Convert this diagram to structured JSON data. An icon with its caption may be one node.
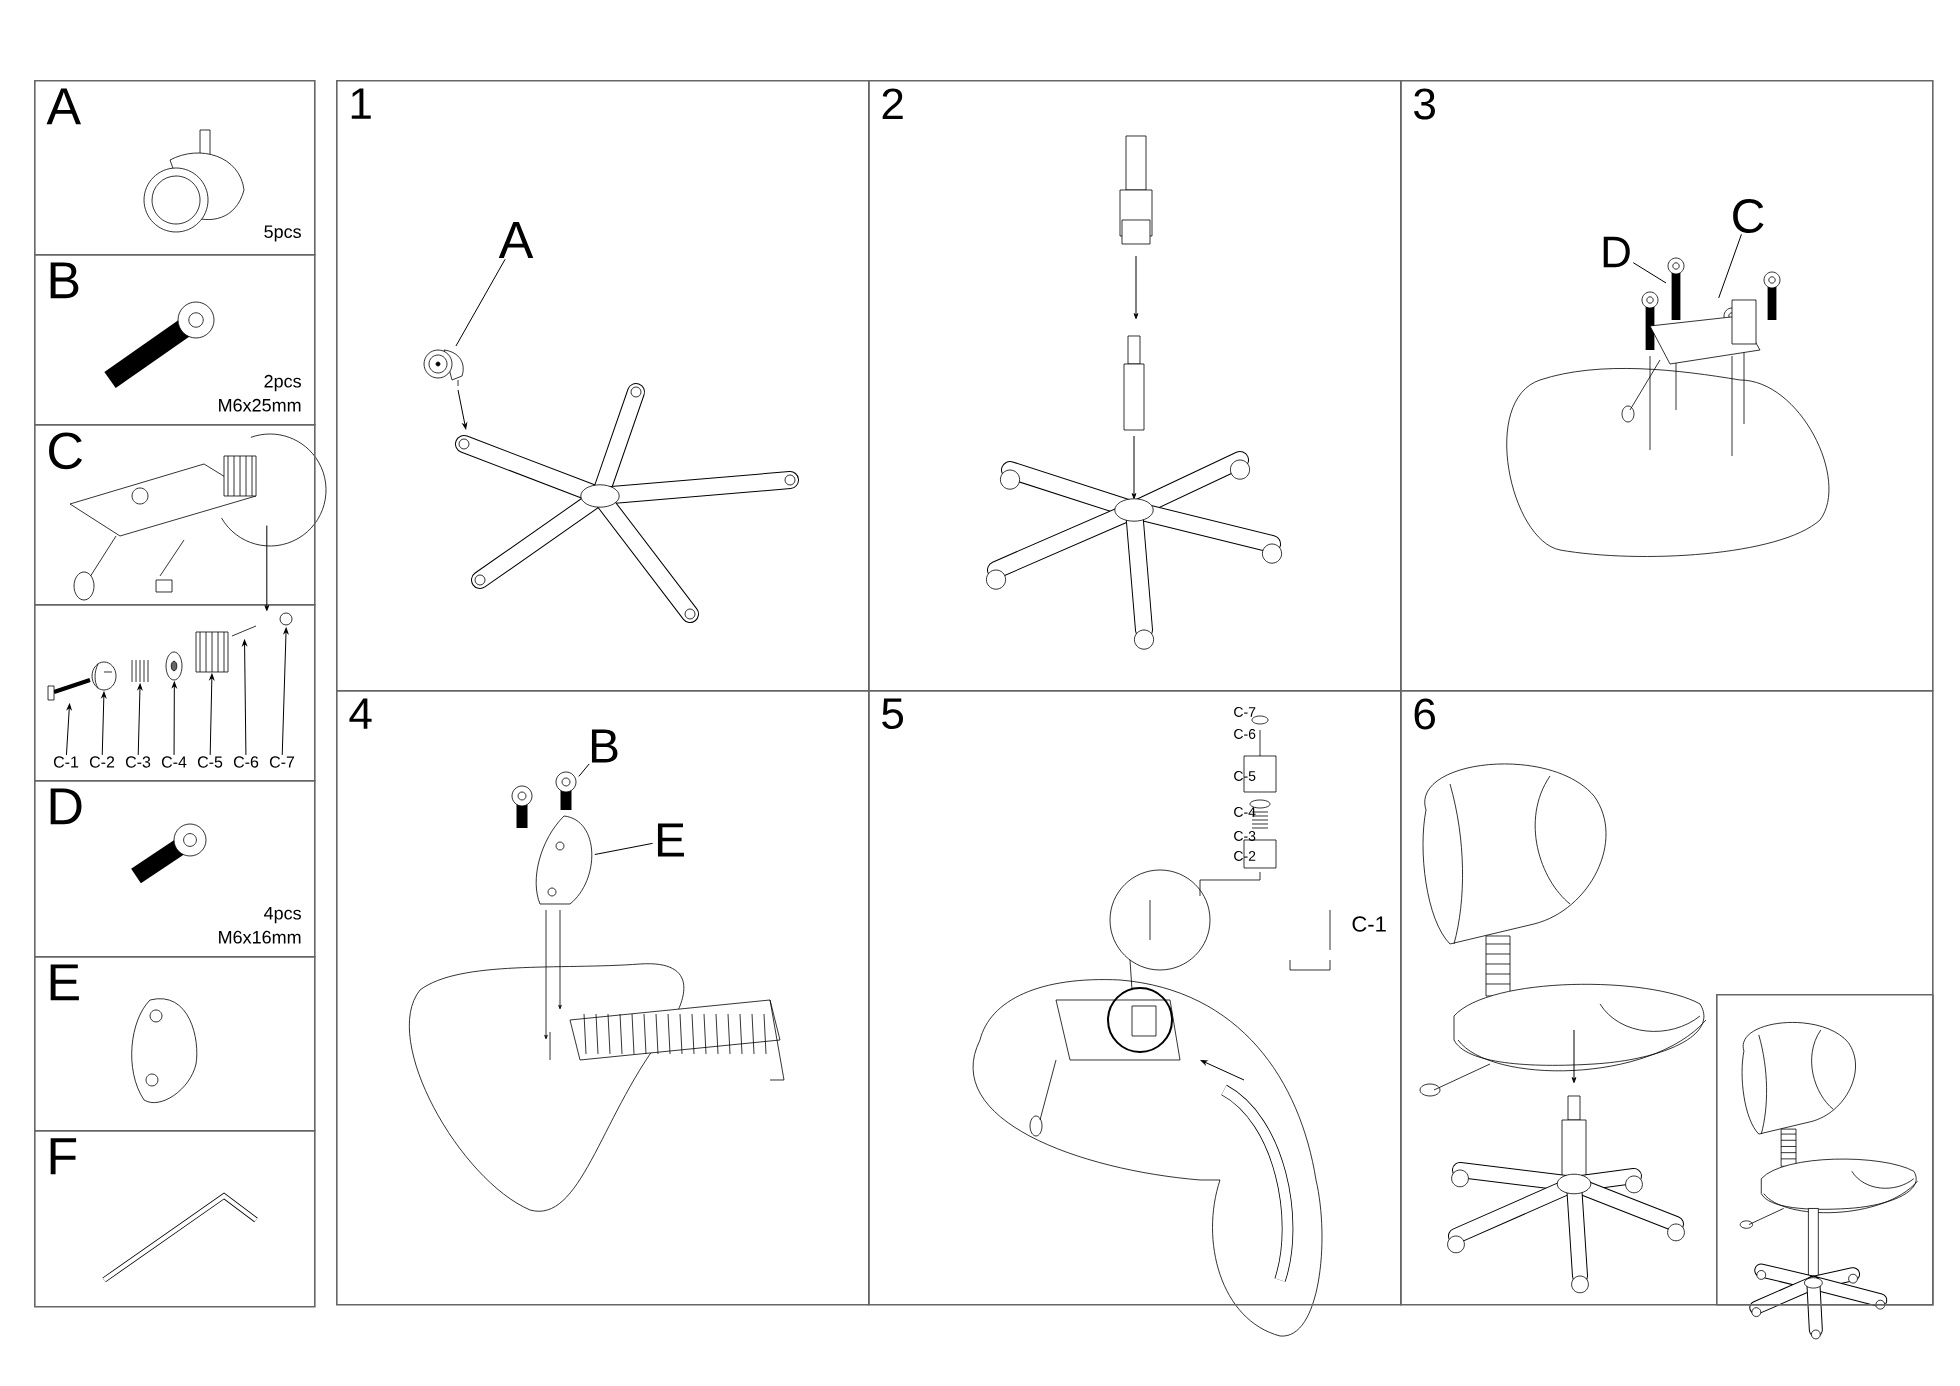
{
  "diagram": {
    "nodes": [
      {
        "text": [
          "A",
          "5pcs"
        ]
      },
      {
        "text": [
          "B",
          "2pcs M6x25mm"
        ]
      },
      {
        "text": [
          "C"
        ]
      },
      {
        "text": [],
        "shape": "box"
      },
      {
        "text": [
          "C-1"
        ],
        "in": 3
      },
      {
        "text": [
          "C-2"
        ],
        "in": 3
      },
      {
        "text": [
          "C-3"
        ],
        "in": 3
      },
      {
        "text": [
          "C-4"
        ],
        "in": 3
      },
      {
        "text": [
          "C-5"
        ],
        "in": 3
      },
      {
        "text": [
          "C-6"
        ],
        "in": 3
      },
      {
        "text": [
          "C-7"
        ],
        "in": 3
      },
      {
        "text": [
          "D",
          "4pcs M6x16mm"
        ]
      },
      {
        "text": [
          "E"
        ]
      },
      {
        "text": [
          "F"
        ]
      },
      {
        "text": [
          "1"
        ]
      },
      {
        "text": [
          "A"
        ],
        "in": 14
      },
      {
        "text": [
          "2"
        ]
      },
      {
        "text": [
          "3"
        ]
      },
      {
        "text": [
          "D"
        ],
        "in": 17
      },
      {
        "text": [
          "C"
        ],
        "in": 17
      },
      {
        "text": [
          "4"
        ]
      },
      {
        "text": [
          "B"
        ],
        "in": 20
      },
      {
        "text": [
          "E"
        ],
        "in": 20
      },
      {
        "text": [
          "5",
          "C-7",
          "C-6",
          "C-5",
          "C-4",
          "C-3",
          "C-2",
          "C-1"
        ]
      },
      {
        "text": [
          "6"
        ]
      },
      {
        "text": [],
        "shape": "box",
        "in": 24
      },
      {
        "text": [],
        "shape": "picture",
        "in": 3
      },
      {
        "text": [],
        "shape": "picture",
        "in": 3
      },
      {
        "text": [],
        "shape": "picture",
        "in": 3
      },
      {
        "text": [],
        "shape": "picture",
        "in": 3
      },
      {
        "text": [],
        "shape": "picture",
        "in": 3
      },
      {
        "text": [],
        "shape": "picture",
        "in": 3
      },
      {
        "text": [],
        "shape": "picture",
        "in": 3
      },
      {
        "text": [],
        "shape": "picture",
        "in": 14
      },
      {
        "text": [],
        "shape": "picture",
        "in": 17
      },
      {
        "text": [],
        "shape": "picture",
        "in": 17
      },
      {
        "text": [],
        "shape": "picture",
        "in": 20
      },
      {
        "text": [],
        "shape": "picture",
        "in": 20
      }
    ],
    "edges": [
      {
        "from": 2,
        "to": 3,
        "arrow": "to"
      },
      {
        "from": 4,
        "to": 26,
        "arrow": "to"
      },
      {
        "from": 5,
        "to": 27,
        "arrow": "to"
      },
      {
        "from": 6,
        "to": 28,
        "arrow": "to"
      },
      {
        "from": 7,
        "to": 29,
        "arrow": "to"
      },
      {
        "from": 8,
        "to": 30,
        "arrow": "to"
      },
      {
        "from": 9,
        "to": 31,
        "arrow": "to"
      },
      {
        "from": 10,
        "to": 32,
        "arrow": "to"
      },
      {
        "from": 15,
        "to": 33,
        "arrow": "none"
      },
      {
        "from": 18,
        "to": 34,
        "arrow": "none"
      },
      {
        "from": 19,
        "to": 35,
        "arrow": "none"
      },
      {
        "from": 21,
        "to": 36,
        "arrow": "none"
      },
      {
        "from": 22,
        "to": 37,
        "arrow": "none"
      }
    ]
  }
}
